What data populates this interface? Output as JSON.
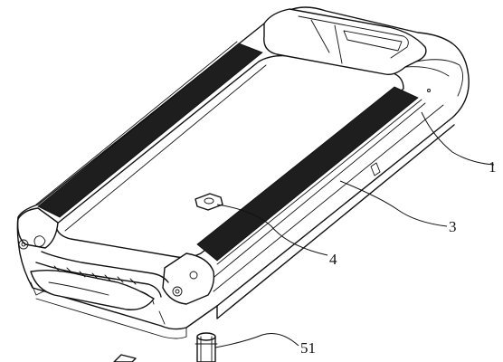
{
  "callouts": {
    "c1": "1",
    "c3": "3",
    "c4": "4",
    "c51": "51"
  }
}
